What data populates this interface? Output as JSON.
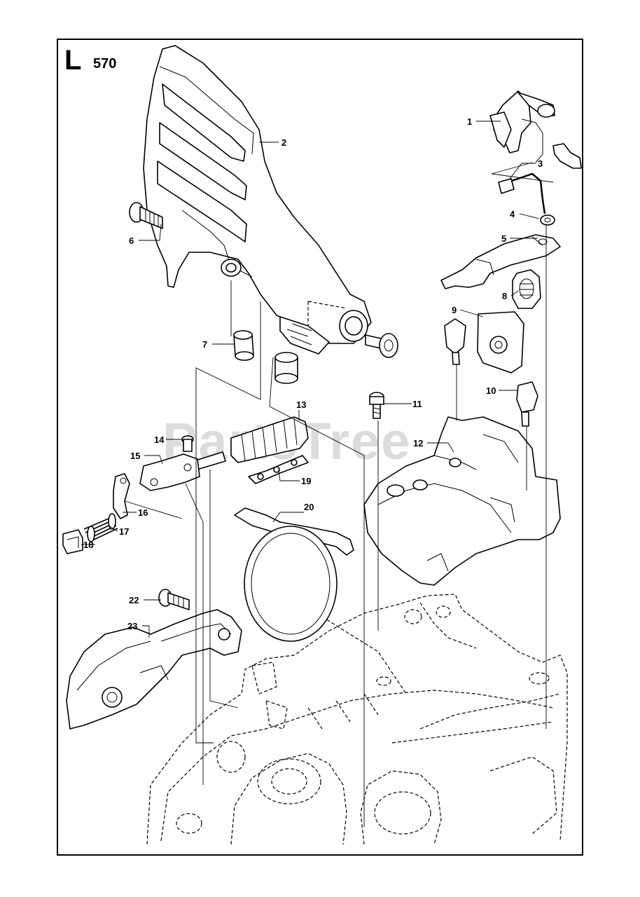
{
  "diagram": {
    "section_letter": "L",
    "model_number": "570",
    "watermark": "PartsTree",
    "callouts": [
      {
        "id": "c1",
        "label": "1"
      },
      {
        "id": "c2",
        "label": "2"
      },
      {
        "id": "c3",
        "label": "3"
      },
      {
        "id": "c4",
        "label": "4"
      },
      {
        "id": "c5",
        "label": "5"
      },
      {
        "id": "c6",
        "label": "6"
      },
      {
        "id": "c7",
        "label": "7"
      },
      {
        "id": "c8",
        "label": "8"
      },
      {
        "id": "c9",
        "label": "9"
      },
      {
        "id": "c10",
        "label": "10"
      },
      {
        "id": "c11",
        "label": "11"
      },
      {
        "id": "c12",
        "label": "12"
      },
      {
        "id": "c13",
        "label": "13"
      },
      {
        "id": "c14",
        "label": "14"
      },
      {
        "id": "c15",
        "label": "15"
      },
      {
        "id": "c16",
        "label": "16"
      },
      {
        "id": "c17",
        "label": "17"
      },
      {
        "id": "c18",
        "label": "18"
      },
      {
        "id": "c19",
        "label": "19"
      },
      {
        "id": "c20",
        "label": "20"
      },
      {
        "id": "c22",
        "label": "22"
      },
      {
        "id": "c23",
        "label": "23"
      }
    ]
  }
}
